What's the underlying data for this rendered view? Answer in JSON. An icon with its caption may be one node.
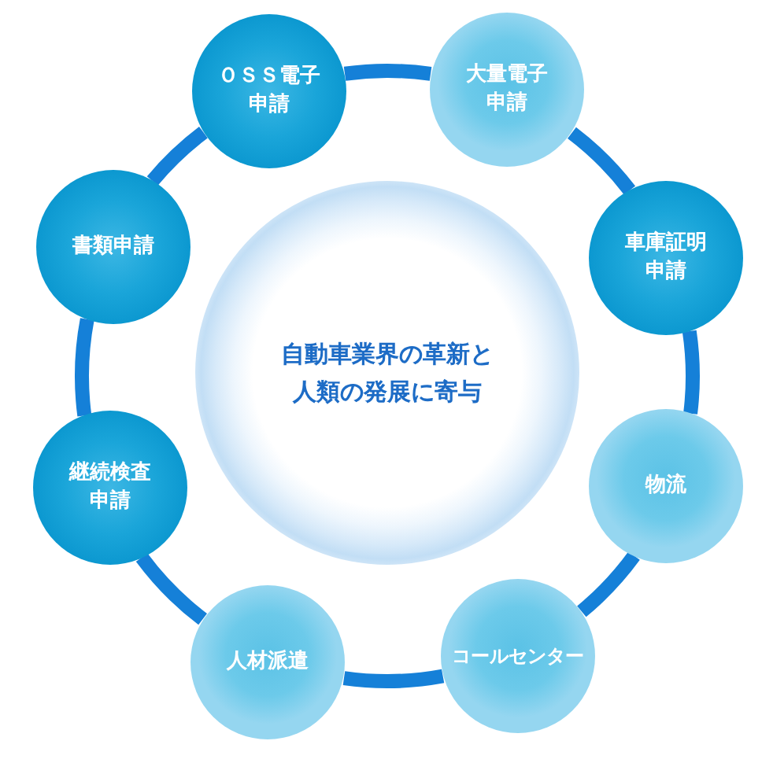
{
  "diagram": {
    "nodes": [
      {
        "text": [
          "自動車業界の革新と人類の発展に寄与"
        ]
      },
      {
        "text": [
          "ＯＳＳ電子申請"
        ]
      },
      {
        "text": [
          "大量電子申請"
        ]
      },
      {
        "text": [
          "車庫証明申請"
        ]
      },
      {
        "text": [
          "物流"
        ]
      },
      {
        "text": [
          "コールセンター"
        ]
      },
      {
        "text": [
          "人材派遣"
        ]
      },
      {
        "text": [
          "継続検査申請"
        ]
      },
      {
        "text": [
          "書類申請"
        ]
      }
    ],
    "edges": [
      {
        "from": 1,
        "to": 2,
        "arrow": "none"
      },
      {
        "from": 2,
        "to": 3,
        "arrow": "none"
      },
      {
        "from": 3,
        "to": 4,
        "arrow": "none"
      },
      {
        "from": 4,
        "to": 5,
        "arrow": "none"
      },
      {
        "from": 5,
        "to": 6,
        "arrow": "none"
      },
      {
        "from": 6,
        "to": 7,
        "arrow": "none"
      },
      {
        "from": 7,
        "to": 8,
        "arrow": "none"
      },
      {
        "from": 8,
        "to": 1,
        "arrow": "none"
      }
    ]
  }
}
